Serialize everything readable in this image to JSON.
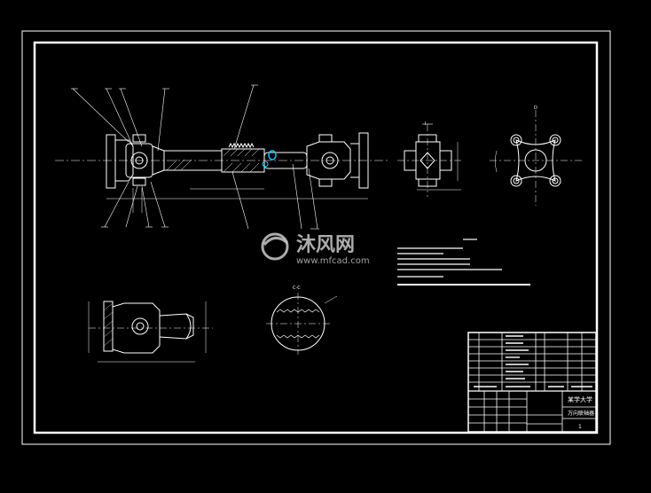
{
  "watermark": {
    "brand": "沐风网",
    "url": "www.mfcad.com"
  },
  "title_block": {
    "school": "某学大学",
    "drawing_name": "万向联轴器",
    "sheet": "1"
  },
  "views": {
    "top_view_label": "I",
    "left_view_label": "D",
    "section_label": "C-C"
  },
  "colors": {
    "background": "#000000",
    "line": "#ffffff",
    "accent": "#00c8ff"
  }
}
